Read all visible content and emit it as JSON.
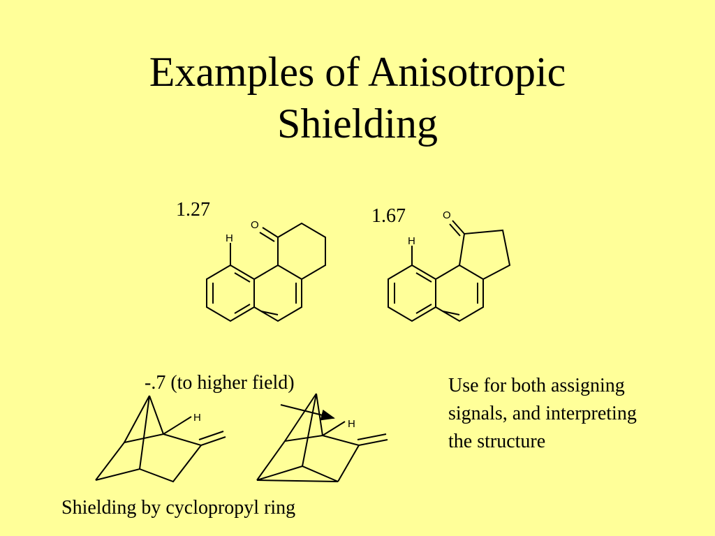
{
  "slide": {
    "title_lines": [
      "Examples of Anisotropic",
      "Shielding"
    ],
    "shift_1": "1.27",
    "shift_2": "1.67",
    "shift_3": "-.7 (to higher field)",
    "note_lines": [
      "Use for both assigning",
      "signals, and interpreting",
      "the structure"
    ],
    "caption": "Shielding by cyclopropyl ring"
  },
  "atoms": {
    "oxygen": "O",
    "hydrogen": "H"
  },
  "colors": {
    "background": "#ffff99",
    "text": "#000000"
  }
}
